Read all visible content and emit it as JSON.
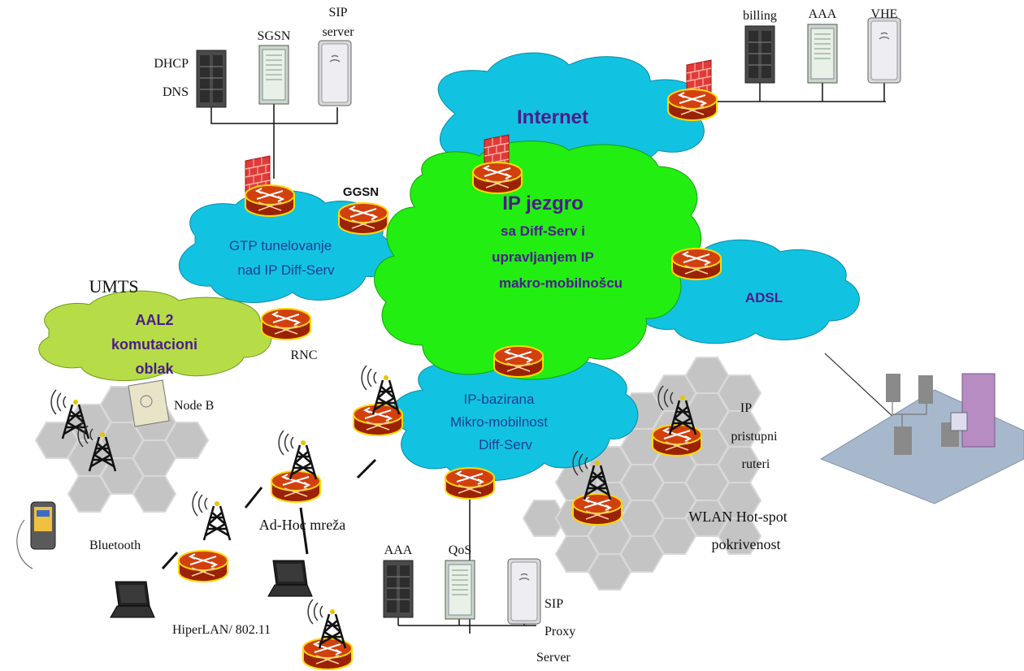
{
  "labels": {
    "dhcp": "DHCP",
    "dns": "DNS",
    "sgsn": "SGSN",
    "sip_server_1": "SIP",
    "sip_server_2": "server",
    "billing": "billing",
    "aaa_top": "AAA",
    "vhe": "VHE",
    "internet": "Internet",
    "ggsn": "GGSN",
    "ip_core_title": "IP jezgro",
    "ip_core_line1": "sa Diff-Serv i",
    "ip_core_line2": "upravljanjem IP",
    "ip_core_line3": "makro-mobilnošcu",
    "gtp_line1": "GTP tunelovanje",
    "gtp_line2": "nad IP Diff-Serv",
    "umts": "UMTS",
    "aal2_line1": "AAL2",
    "aal2_line2": "komutacioni",
    "aal2_line3": "oblak",
    "rnc": "RNC",
    "adsl": "ADSL",
    "node_b": "Node B",
    "micro_line1": "IP-bazirana",
    "micro_line2": "Mikro-mobilnost",
    "micro_line3": "Diff-Serv",
    "ip_access_1": "IP",
    "ip_access_2": "pristupni",
    "ip_access_3": "ruteri",
    "adhoc": "Ad-Hoc mreža",
    "wlan_1": "WLAN Hot-spot",
    "wlan_2": "pokrivenost",
    "bluetooth": "Bluetooth",
    "hiperlan": "HiperLAN/ 802.11",
    "aaa_bottom": "AAA",
    "qos": "QoS",
    "sip_proxy_1": "SIP",
    "sip_proxy_2": "Proxy",
    "sip_proxy_3": "Server"
  },
  "colors": {
    "cloud_blue": "#11c3e0",
    "cloud_green": "#22ee11",
    "cloud_lime": "#b6dc48",
    "hex_gray": "#c4c4c4",
    "router_red": "#c8320a",
    "router_rim": "#ffd800",
    "firewall": "#e03a3a",
    "title_purple": "#4b1c8c",
    "text_blue": "#1b3e96"
  }
}
